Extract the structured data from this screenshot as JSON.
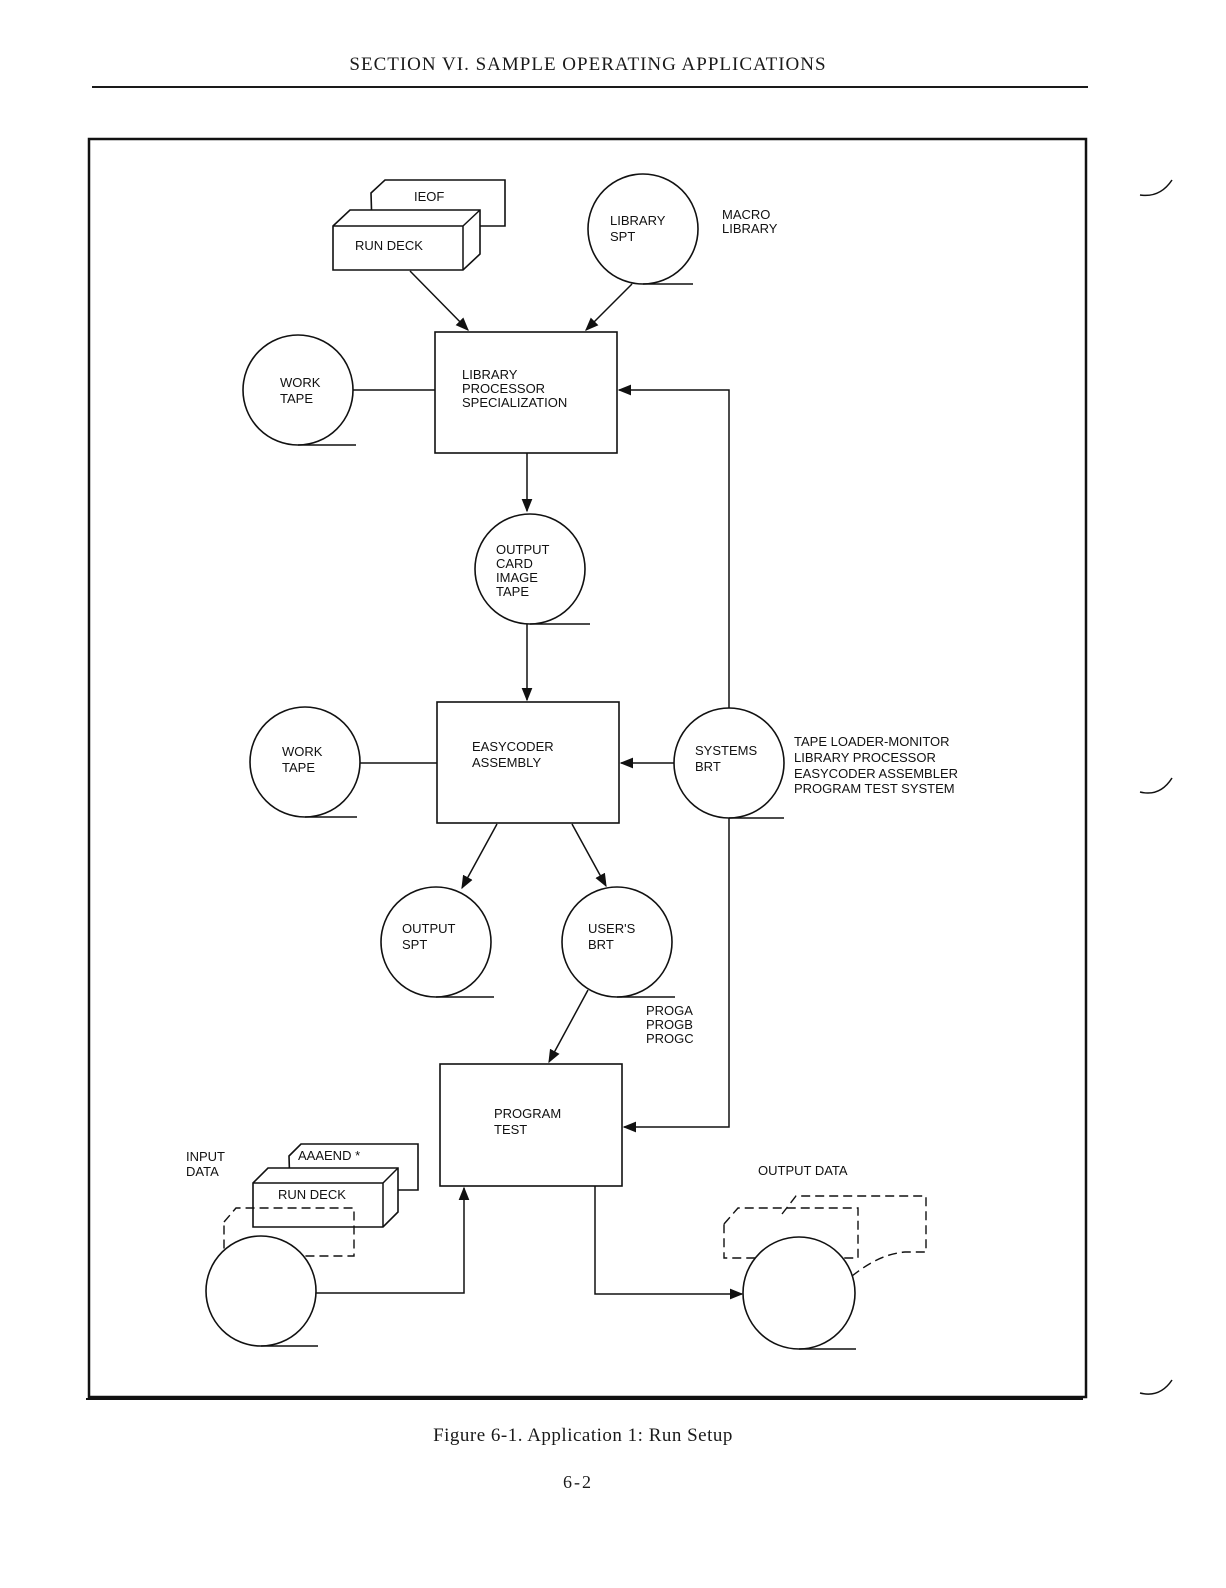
{
  "header": {
    "title": "SECTION VI.  SAMPLE OPERATING APPLICATIONS"
  },
  "diagram": {
    "run_deck_top": {
      "back_card": "IEOF",
      "front_card": "RUN DECK"
    },
    "library_spt": {
      "label_line1": "LIBRARY",
      "label_line2": "SPT",
      "note_line1": "MACRO",
      "note_line2": "LIBRARY"
    },
    "work_tape_1": {
      "line1": "WORK",
      "line2": "TAPE"
    },
    "library_processor": {
      "line1": "LIBRARY",
      "line2": "PROCESSOR",
      "line3": "SPECIALIZATION"
    },
    "output_card_image_tape": {
      "line1": "OUTPUT",
      "line2": "CARD",
      "line3": "IMAGE",
      "line4": "TAPE"
    },
    "work_tape_2": {
      "line1": "WORK",
      "line2": "TAPE"
    },
    "easycoder_assembly": {
      "line1": "EASYCODER",
      "line2": "ASSEMBLY"
    },
    "systems_brt": {
      "line1": "SYSTEMS",
      "line2": "BRT",
      "contents": [
        "TAPE LOADER-MONITOR",
        "LIBRARY PROCESSOR",
        "EASYCODER ASSEMBLER",
        "PROGRAM TEST SYSTEM"
      ]
    },
    "output_spt": {
      "line1": "OUTPUT",
      "line2": "SPT"
    },
    "users_brt": {
      "line1": "USER'S",
      "line2": "BRT",
      "programs": [
        "PROGA",
        "PROGB",
        "PROGC"
      ]
    },
    "program_test": {
      "line1": "PROGRAM",
      "line2": "TEST"
    },
    "input_data": {
      "label_line1": "INPUT",
      "label_line2": "DATA",
      "back_card": "AAAEND    *",
      "front_card": "RUN DECK"
    },
    "output_data": {
      "label": "OUTPUT DATA"
    }
  },
  "footer": {
    "caption": "Figure 6-1.  Application 1:  Run Setup",
    "page_number": "6-2"
  }
}
